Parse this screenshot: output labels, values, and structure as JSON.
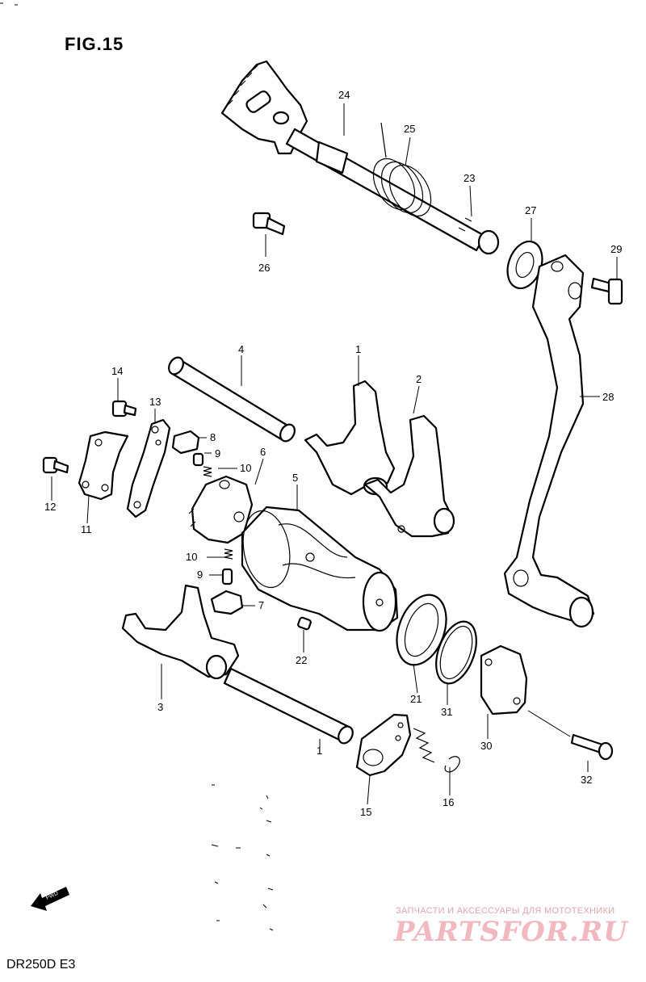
{
  "figure_title": "FIG.15",
  "model_code": "DR250D E3",
  "fwd_arrow_text": "FWD",
  "watermark": {
    "tagline": "ЗАПЧАСТИ И АКСЕССУАРЫ ДЛЯ МОТОТЕХНИКИ",
    "logo_text": "PARTSFOR.RU"
  },
  "callouts": {
    "c1a": "1",
    "c1b": "1",
    "c2": "2",
    "c3": "3",
    "c4": "4",
    "c5": "5",
    "c6": "6",
    "c7": "7",
    "c8": "8",
    "c9a": "9",
    "c9b": "9",
    "c10a": "10",
    "c10b": "10",
    "c11": "11",
    "c12": "12",
    "c13": "13",
    "c14": "14",
    "c15": "15",
    "c16": "16",
    "c21": "21",
    "c22": "22",
    "c23": "23",
    "c24": "24",
    "c25": "25",
    "c26": "26",
    "c27": "27",
    "c28": "28",
    "c29": "29",
    "c30": "30",
    "c31": "31",
    "c32": "32"
  }
}
